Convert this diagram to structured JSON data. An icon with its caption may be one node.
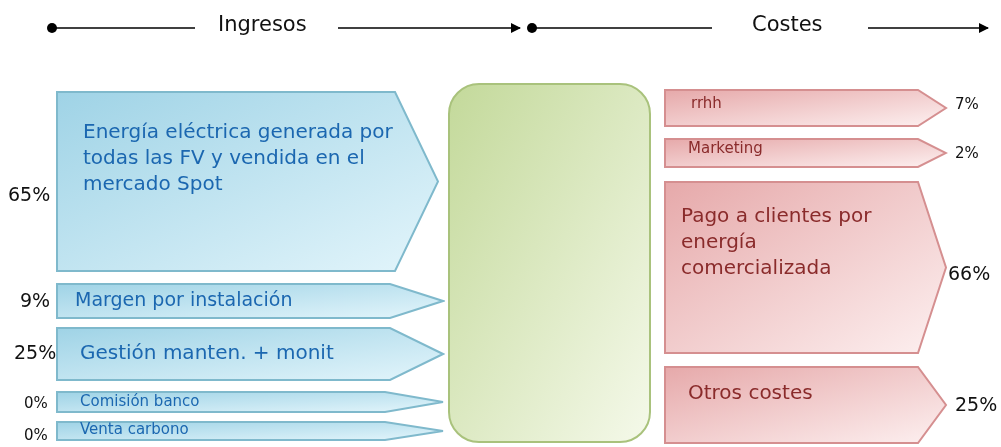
{
  "diagram": {
    "nodes": [
      {
        "text": [
          "Energía eléctrica generada por todas las FV y vendida en el mercado Spot"
        ],
        "beside": [
          "65%"
        ]
      },
      {
        "text": [
          "Margen por instalación"
        ],
        "beside": [
          "9%"
        ]
      },
      {
        "text": [
          "Gestión manten. + monit"
        ],
        "beside": [
          "25%"
        ]
      },
      {
        "text": [
          "Comisión banco"
        ],
        "beside": [
          "0%"
        ]
      },
      {
        "text": [
          "Venta carbono"
        ],
        "beside": [
          "0%"
        ]
      },
      {
        "text": [],
        "shape": "box"
      },
      {
        "text": [
          "rrhh"
        ],
        "beside": [
          "7%"
        ]
      },
      {
        "text": [
          "Marketing"
        ],
        "beside": [
          "2%"
        ]
      },
      {
        "text": [
          "Pago a clientes por energía comercializada"
        ],
        "beside": [
          "66%"
        ]
      },
      {
        "text": [
          "Otros costes"
        ],
        "beside": [
          "25%"
        ]
      }
    ],
    "labels": [
      "Ingresos",
      "Costes"
    ]
  }
}
